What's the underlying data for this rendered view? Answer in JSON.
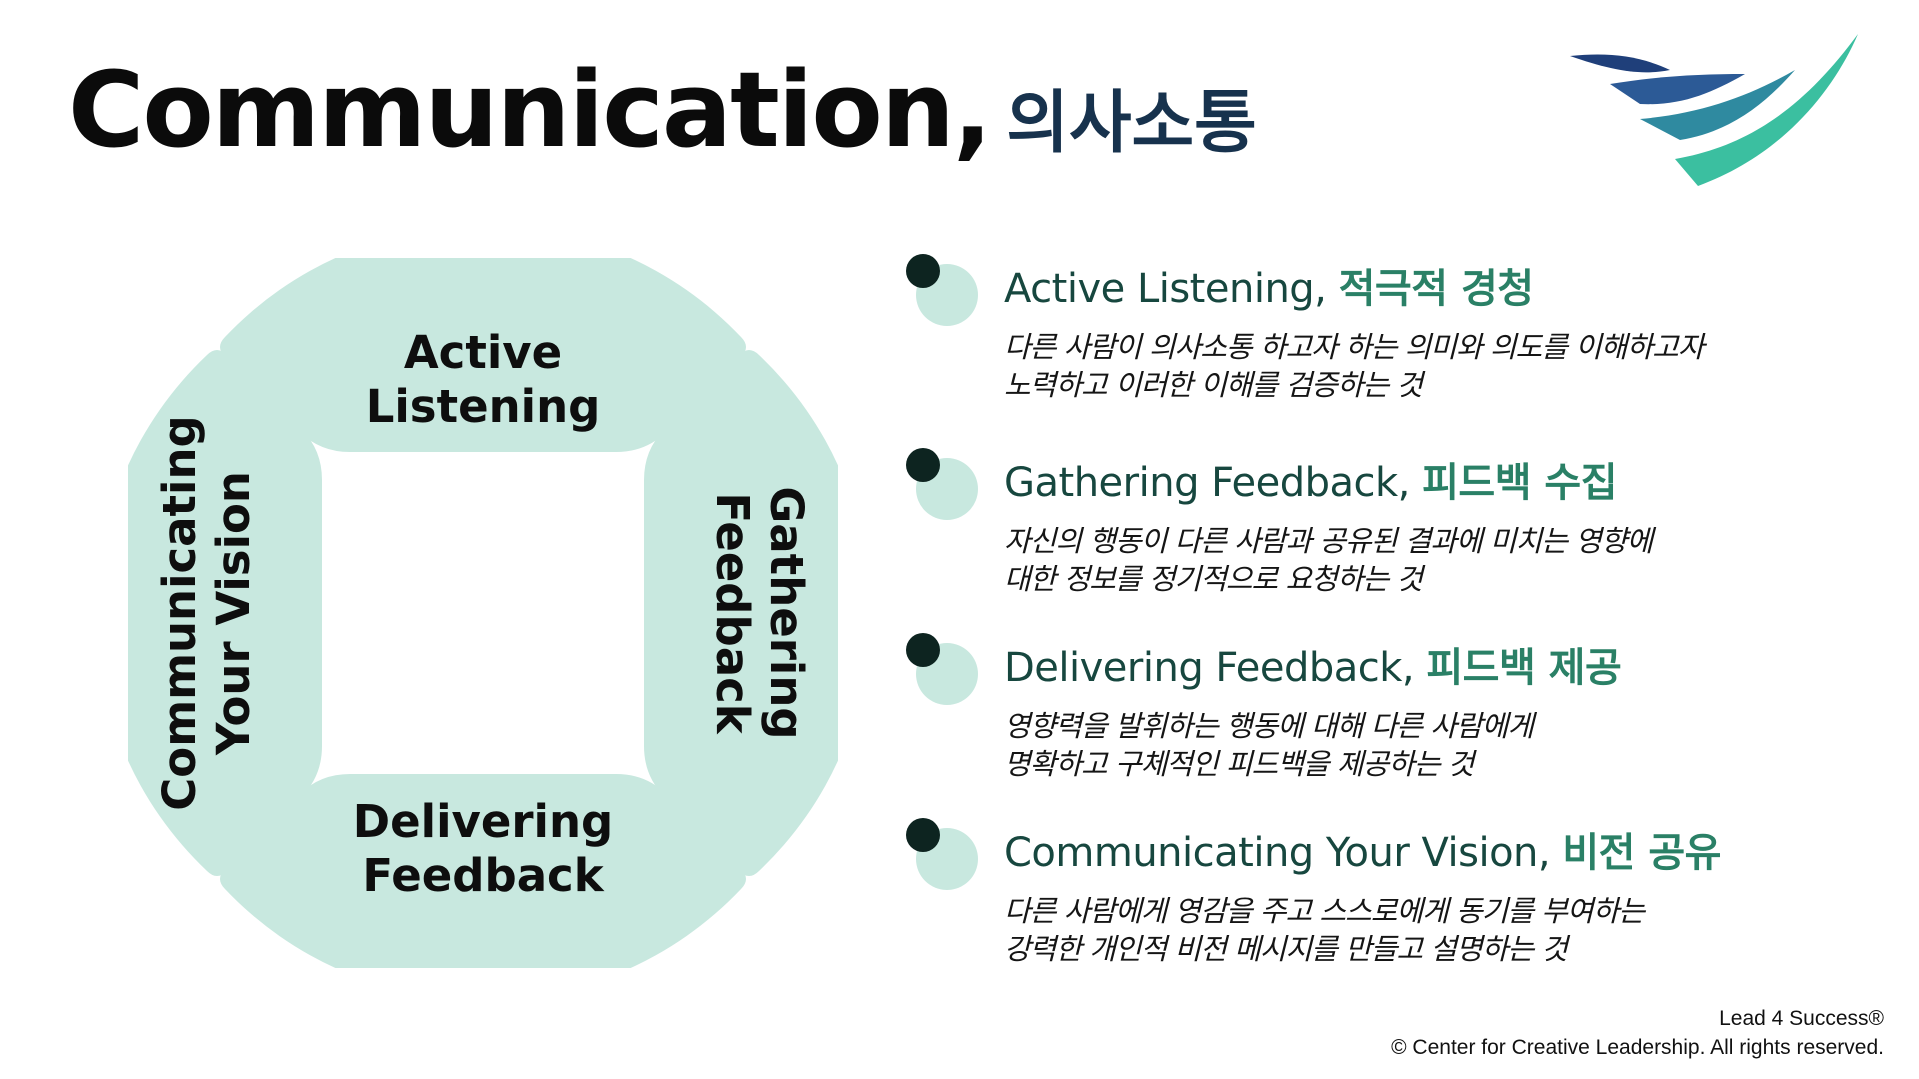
{
  "title": {
    "english": "Communication,",
    "korean": "의사소통"
  },
  "wheel": {
    "top": [
      "Active",
      "Listening"
    ],
    "right": [
      "Gathering",
      "Feedback"
    ],
    "bottom": [
      "Delivering",
      "Feedback"
    ],
    "left": [
      "Communicating",
      "Your Vision"
    ]
  },
  "items": [
    {
      "title": "Active Listening,",
      "korean": "적극적 경청",
      "desc": [
        "다른 사람이 의사소통 하고자 하는 의미와 의도를 이해하고자",
        "노력하고 이러한 이해를 검증하는 것"
      ]
    },
    {
      "title": "Gathering Feedback,",
      "korean": "피드백 수집",
      "desc": [
        "자신의 행동이 다른 사람과 공유된 결과에 미치는 영향에",
        "대한 정보를 정기적으로 요청하는 것"
      ]
    },
    {
      "title": "Delivering Feedback,",
      "korean": "피드백 제공",
      "desc": [
        "영향력을 발휘하는 행동에 대해 다른 사람에게",
        "명확하고 구체적인 피드백을 제공하는 것"
      ]
    },
    {
      "title": "Communicating Your Vision,",
      "korean": "비전 공유",
      "desc": [
        "다른 사람에게 영감을 주고 스스로에게 동기를 부여하는",
        "강력한 개인적 비전 메시지를 만들고 설명하는 것"
      ]
    }
  ],
  "footer": {
    "line1": "Lead 4 Success®",
    "line2": "© Center for Creative Leadership. All rights reserved."
  },
  "colors": {
    "segment": "#c8e8df",
    "dot_dark": "#0d2420",
    "item_title": "#17473f",
    "item_korean": "#2a8066",
    "title_korean": "#17324d"
  }
}
